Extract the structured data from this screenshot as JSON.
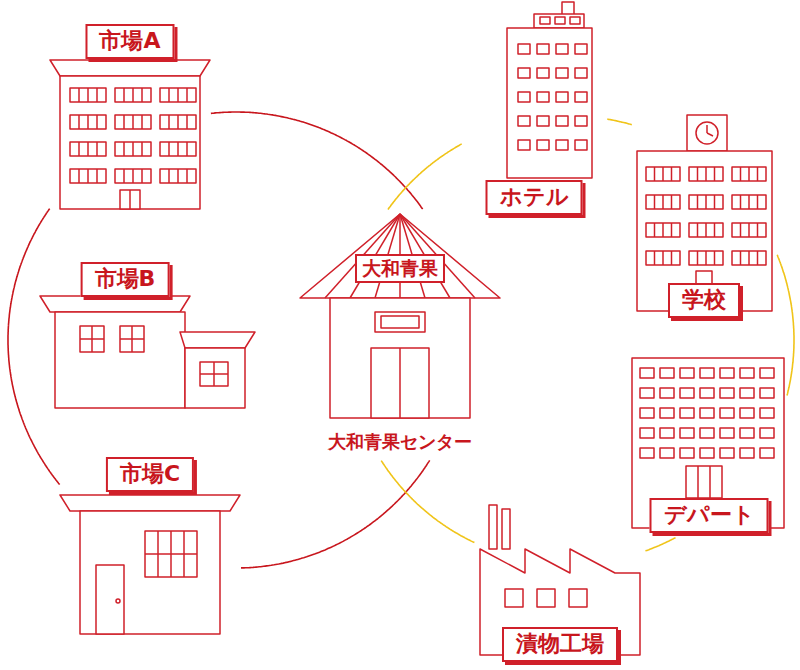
{
  "diagram": {
    "nodes": [
      {
        "text": [
          "市場A"
        ]
      },
      {
        "text": [
          "ホテル"
        ]
      },
      {
        "text": [
          "学校"
        ]
      },
      {
        "text": [
          "市場B"
        ]
      },
      {
        "text": [
          "大和青果",
          "大和青果センター"
        ]
      },
      {
        "text": [
          "市場C"
        ]
      },
      {
        "text": [
          "デパート"
        ]
      },
      {
        "text": [
          "漬物工場"
        ]
      }
    ],
    "edges": [
      {
        "from": 0,
        "to": 4,
        "arrow": "none"
      },
      {
        "from": 4,
        "to": 5,
        "arrow": "none"
      },
      {
        "from": 5,
        "to": 3,
        "arrow": "none"
      },
      {
        "from": 3,
        "to": 0,
        "arrow": "none"
      },
      {
        "from": 4,
        "to": 1,
        "arrow": "none"
      },
      {
        "from": 1,
        "to": 2,
        "arrow": "none"
      },
      {
        "from": 2,
        "to": 6,
        "arrow": "none"
      },
      {
        "from": 6,
        "to": 7,
        "arrow": "none"
      },
      {
        "from": 7,
        "to": 4,
        "arrow": "none"
      }
    ]
  }
}
